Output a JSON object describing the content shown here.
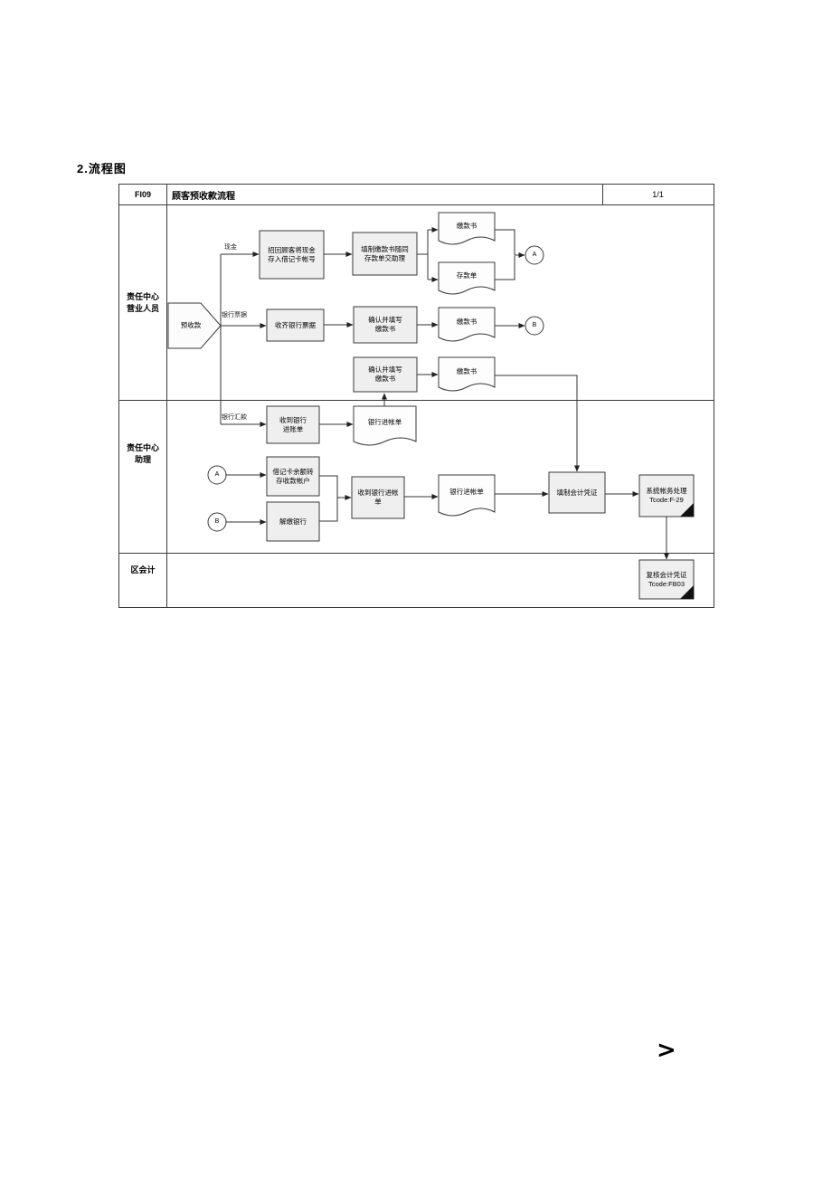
{
  "page": {
    "heading": "2.流程图",
    "overflow_marker": ">"
  },
  "diagram": {
    "header": {
      "code": "FI09",
      "title": "顾客预收款流程",
      "page": "1/1"
    },
    "lanes": [
      {
        "line1": "责任中心",
        "line2": "营业人员"
      },
      {
        "line1": "责任中心",
        "line2": "助理"
      },
      {
        "line1": "区会计"
      }
    ],
    "branch_labels": {
      "cash": "现金",
      "bank_note": "银行票据",
      "bank_remit": "银行汇款"
    },
    "nodes": {
      "start": "预收款",
      "recall_deposit": "招回顾客将现金存入借记卡帐号",
      "fill_payment_slip": "填制缴款书随同存款单交助理",
      "doc_payment_1": "缴款书",
      "doc_deposit": "存款单",
      "conn_a1": "A",
      "collect_notes": "收齐银行票据",
      "confirm_fill_1": "确认并填写缴款书",
      "doc_payment_2": "缴款书",
      "conn_b1": "B",
      "confirm_fill_2": "确认并填写缴款书",
      "doc_payment_3": "缴款书",
      "receive_advice_1": "收到银行进账单",
      "doc_advice_1": "银行进帐单",
      "conn_a2": "A",
      "debit_transfer": "借记卡余额转存收款帐户",
      "conn_b2": "B",
      "pay_bank": "解缴银行",
      "receive_advice_2": "收到银行进帐单",
      "doc_advice_2": "银行进帐单",
      "make_voucher": "填制会计凭证",
      "system_process": "系统帐务处理",
      "system_tcode": "Tcode:F-29",
      "review_voucher": "复核会计凭证",
      "review_tcode": "Tcode:FB03"
    }
  }
}
